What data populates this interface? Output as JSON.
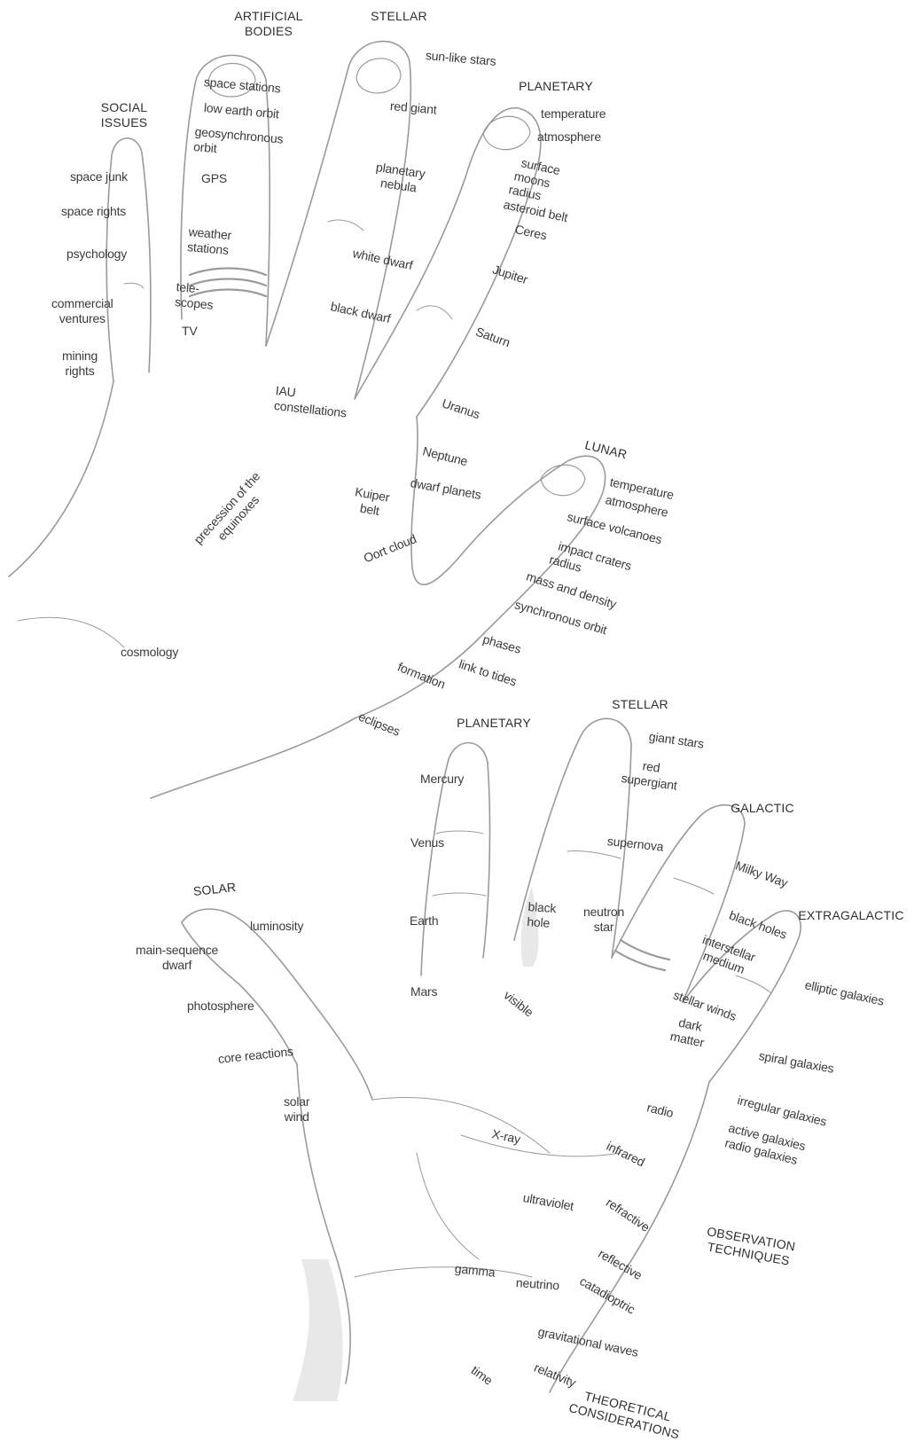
{
  "colors": {
    "pencil": "#9a9a9a",
    "text": "#3b3b3b",
    "background": "#ffffff"
  },
  "upper_hand": {
    "categories": {
      "artificial_bodies": "ARTIFICIAL\nBODIES",
      "stellar": "STELLAR",
      "social_issues": "SOCIAL\nISSUES",
      "planetary": "PLANETARY",
      "lunar": "LUNAR"
    },
    "labels": {
      "space_stations": "space stations",
      "low_earth_orbit": "low earth orbit",
      "geosynchronous_orbit": "geosynchronous\norbit",
      "gps": "GPS",
      "weather_stations": "weather\nstations",
      "telescopes": "tele-\nscopes",
      "tv": "TV",
      "space_junk": "space junk",
      "space_rights": "space rights",
      "psychology": "psychology",
      "commercial_ventures": "commercial\nventures",
      "mining_rights": "mining\nrights",
      "sun_like_stars": "sun-like stars",
      "red_giant": "red giant",
      "planetary_nebula": "planetary\nnebula",
      "white_dwarf": "white dwarf",
      "black_dwarf": "black dwarf",
      "iau_constellations": "IAU\nconstellations",
      "precession": "precession of the\nequinoxes",
      "temperature": "temperature",
      "atmosphere": "atmosphere",
      "surface": "surface",
      "moons": "moons",
      "radius": "radius",
      "asteroid_belt": "asteroid belt",
      "ceres": "Ceres",
      "jupiter": "Jupiter",
      "saturn": "Saturn",
      "uranus": "Uranus",
      "neptune": "Neptune",
      "dwarf_planets": "dwarf planets",
      "kuiper_belt": "Kuiper\nbelt",
      "oort_cloud": "Oort cloud",
      "lunar_temperature": "temperature",
      "lunar_atmosphere": "atmosphere",
      "surface_volcanoes": "surface volcanoes",
      "impact_craters": "impact craters",
      "lunar_radius": "radius",
      "mass_and_density": "mass and density",
      "synchronous_orbit": "synchronous orbit",
      "phases": "phases",
      "link_to_tides": "link to tides",
      "formation": "formation",
      "eclipses": "eclipses",
      "cosmology": "cosmology"
    }
  },
  "lower_hand": {
    "categories": {
      "planetary": "PLANETARY",
      "stellar": "STELLAR",
      "galactic": "GALACTIC",
      "extragalactic": "EXTRAGALACTIC",
      "solar": "SOLAR",
      "observation_techniques": "OBSERVATION\nTECHNIQUES",
      "theoretical_considerations": "THEORETICAL\nCONSIDERATIONS"
    },
    "labels": {
      "mercury": "Mercury",
      "venus": "Venus",
      "earth": "Earth",
      "mars": "Mars",
      "giant_stars": "giant stars",
      "red_supergiant": "red\nsupergiant",
      "supernova": "supernova",
      "black_hole": "black\nhole",
      "neutron_star": "neutron\nstar",
      "milky_way": "Milky Way",
      "black_holes": "black holes",
      "interstellar_medium": "interstellar\nmedium",
      "stellar_winds": "stellar winds",
      "dark_matter": "dark\nmatter",
      "elliptic_galaxies": "elliptic galaxies",
      "spiral_galaxies": "spiral galaxies",
      "irregular_galaxies": "irregular galaxies",
      "active_galaxies": "active galaxies",
      "radio_galaxies": "radio galaxies",
      "luminosity": "luminosity",
      "main_sequence_dwarf": "main-sequence\ndwarf",
      "photosphere": "photosphere",
      "core_reactions": "core reactions",
      "solar_wind": "solar\nwind",
      "visible": "visible",
      "radio": "radio",
      "x_ray": "X-ray",
      "infrared": "infrared",
      "ultraviolet": "ultraviolet",
      "refractive": "refractive",
      "reflective": "reflective",
      "catadioptric": "catadioptric",
      "gamma": "gamma",
      "neutrino": "neutrino",
      "gravitational_waves": "gravitational waves",
      "relativity": "relativity",
      "time": "time"
    }
  }
}
